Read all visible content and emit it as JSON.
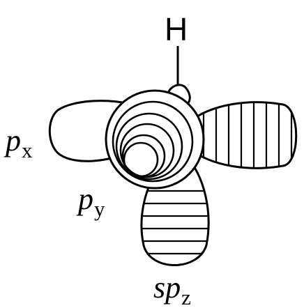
{
  "atom": {
    "symbol": "H"
  },
  "orbitals": {
    "px": {
      "main": "p",
      "sub": "x"
    },
    "py": {
      "main": "p",
      "sub": "y"
    },
    "spz": {
      "main": "sp",
      "sub": "z"
    }
  }
}
